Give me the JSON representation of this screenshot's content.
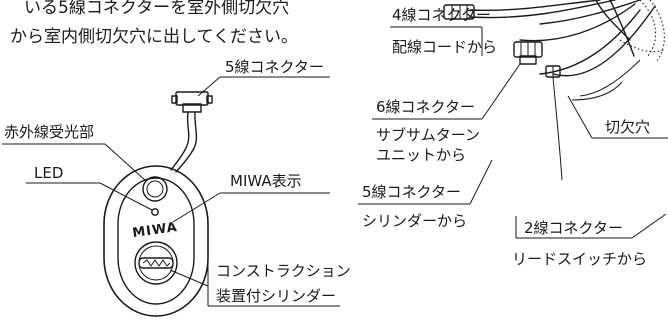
{
  "instructions": {
    "line_top": "いる5線コネクターを室外側切欠穴",
    "line_bottom": "から室内側切欠穴に出してください。"
  },
  "left_panel": {
    "connector_label": "5線コネクター",
    "ir_receiver_label": "赤外線受光部",
    "led_label": "LED",
    "brand_label": "MIWA表示",
    "brand_mark": "MIWA",
    "cylinder_label_line1": "コンストラクション",
    "cylinder_label_line2": "装置付シリンダー"
  },
  "right_panel": {
    "connector4_name": "4線コネクター",
    "connector4_source": "配線コードから",
    "connector6_name": "6線コネクター",
    "connector6_source_line1": "サブサムターン",
    "connector6_source_line2": "ユニットから",
    "connector5_name": "5線コネクター",
    "connector5_source": "シリンダーから",
    "connector2_name": "2線コネクター",
    "connector2_source": "リードスイッチから",
    "notch_label": "切欠穴"
  }
}
